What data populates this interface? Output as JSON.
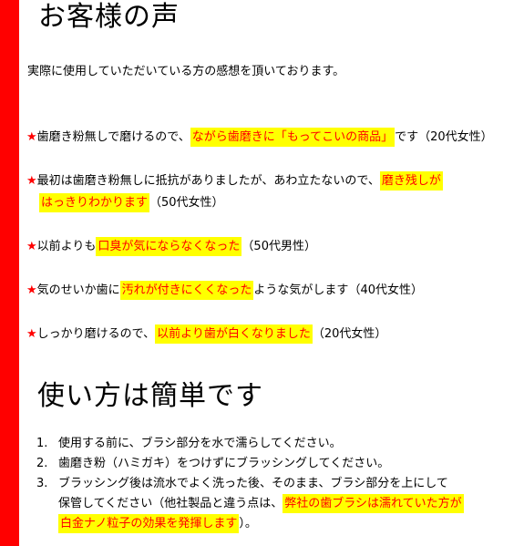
{
  "colors": {
    "accent_bar": "#ff0000",
    "highlight_bg": "#ffff00",
    "highlight_text": "#ff0000",
    "star": "#ff0000"
  },
  "voices": {
    "title": "お客様の声",
    "intro": "実際に使用していただいている方の感想を頂いております。",
    "items": [
      {
        "star": "★",
        "pre": "歯磨き粉無しで磨けるので、",
        "highlight": "ながら歯磨きに「もってこいの商品」",
        "post": "です",
        "age": "（20代女性）"
      },
      {
        "star": "★",
        "pre": "最初は歯磨き粉無しに抵抗がありましたが、あわ立たないので、",
        "highlight": "磨き残しが",
        "highlight2": "はっきりわかります",
        "age": "（50代女性）"
      },
      {
        "star": "★",
        "pre": "以前よりも",
        "highlight": "口臭が気にならなくなった",
        "age": "（50代男性）"
      },
      {
        "star": "★",
        "pre": "気のせいか歯に",
        "highlight": "汚れが付きにくくなった",
        "post": "ような気がします",
        "age": "（40代女性）"
      },
      {
        "star": "★",
        "pre": "しっかり磨けるので、",
        "highlight": "以前より歯が白くなりました",
        "age": "（20代女性）"
      }
    ]
  },
  "howto": {
    "title": "使い方は簡単です",
    "steps": [
      {
        "num": "1.",
        "text": "使用する前に、ブラシ部分を水で濡らしてください。"
      },
      {
        "num": "2.",
        "text": "歯磨き粉（ハミガキ）をつけずにブラッシングしてください。"
      },
      {
        "num": "3.",
        "text": "ブラッシング後は流水でよく洗った後、そのまま、ブラシ部分を上にして",
        "text2": "保管してください（他社製品と違う点は、",
        "highlight": "弊社の歯ブラシは濡れていた方が",
        "highlight2": "白金ナノ粒子の効果を発揮します",
        "post": "）。"
      }
    ]
  }
}
